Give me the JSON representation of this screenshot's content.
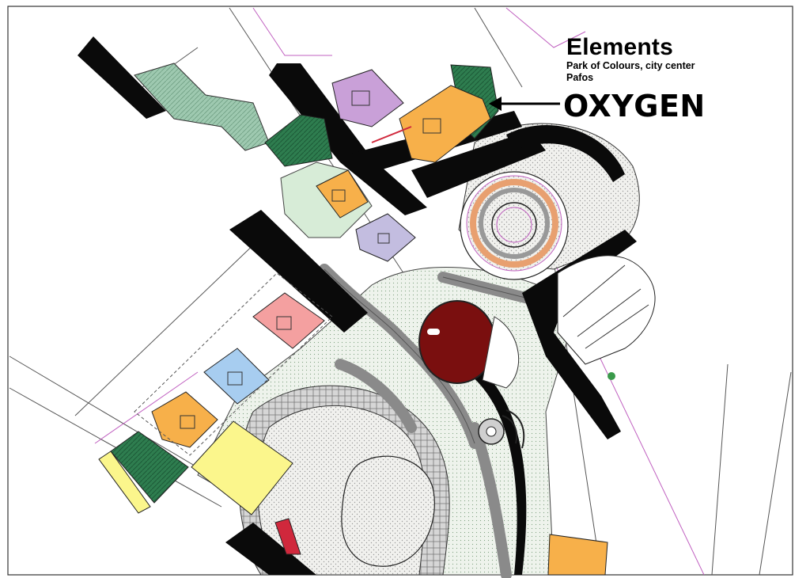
{
  "title": {
    "main": "Elements",
    "line1": "Park of Colours, city center",
    "line2": "Pafos"
  },
  "callout": {
    "label": "OXYGEN"
  },
  "colors": {
    "road": "#0a0a0a",
    "green_lawn": "#2e7d4f",
    "purple_block": "#c9a0d8",
    "orange_block": "#f7b04a",
    "pink_block": "#f4a0a0",
    "blue_block": "#a7cdf0",
    "lavender_block": "#c3bde0",
    "yellow_plot": "#fbf68c",
    "red_dome": "#7a0f0f",
    "amphitheatre_ring": "#e8a070",
    "boundary_line": "#c060c0",
    "accent_line": "#d0283c"
  }
}
